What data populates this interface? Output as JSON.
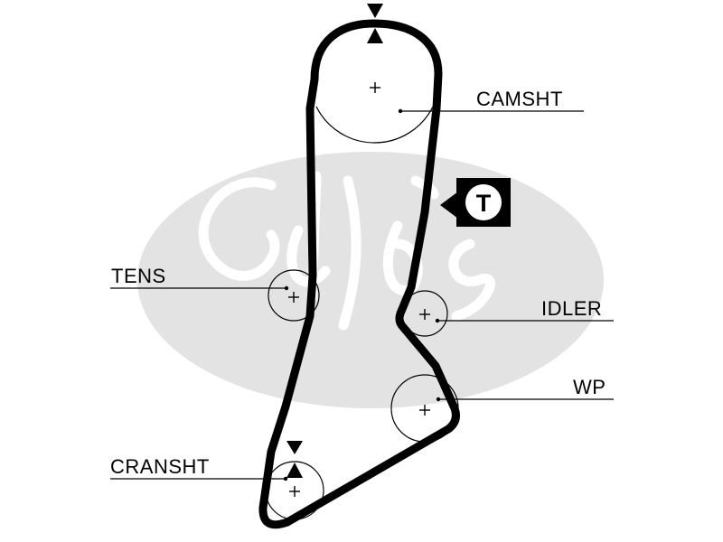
{
  "labels": {
    "camshaft": "CAMSHT",
    "tensioner": "TENS",
    "idler": "IDLER",
    "water_pump": "WP",
    "crankshaft": "CRANSHT"
  },
  "tensioner_badge": {
    "letter": "T"
  },
  "watermark": {
    "text": "Gates",
    "color": "#e3e3e3"
  },
  "colors": {
    "belt": "#000000",
    "background": "#ffffff"
  },
  "icons": {
    "timing_mark": "timing-mark-icon",
    "tensioner_badge": "tensioner-badge-icon"
  }
}
